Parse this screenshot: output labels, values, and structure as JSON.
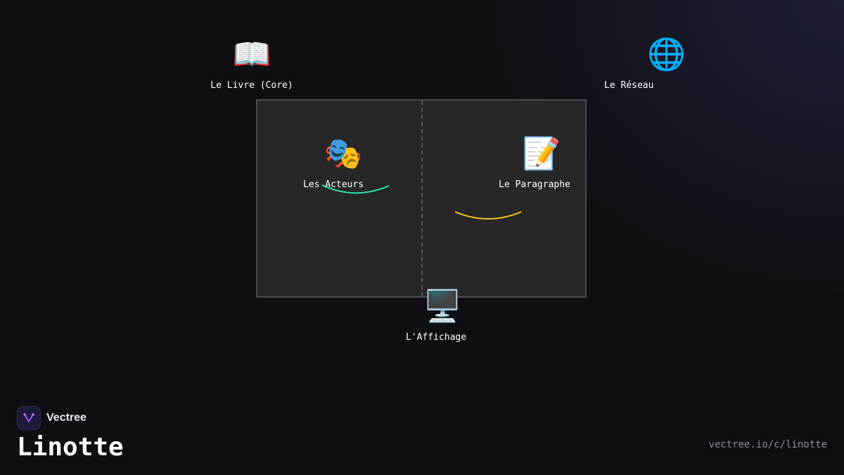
{
  "diagram": {
    "nodes": {
      "livre": {
        "icon": "📖",
        "icon_name": "open-book-icon",
        "label": "Le Livre (Core)"
      },
      "reseau": {
        "icon": "🌐",
        "icon_name": "globe-icon",
        "label": "Le Réseau"
      },
      "acteurs": {
        "icon": "🎭",
        "icon_name": "theater-masks-icon",
        "label": "Les Acteurs"
      },
      "paragraphe": {
        "icon": "📝",
        "icon_name": "memo-icon",
        "label": "Le Paragraphe"
      },
      "affichage": {
        "icon": "🖥️",
        "icon_name": "desktop-computer-icon",
        "label": "L'Affichage"
      }
    },
    "colors": {
      "book_fill": "#272727",
      "book_border": "#4a4a4a",
      "arc_acteurs": "#2ee6b0",
      "arc_paragraphe": "#f5c518"
    }
  },
  "brand": {
    "name": "Vectree",
    "title": "Linotte",
    "url": "vectree.io/c/linotte"
  }
}
